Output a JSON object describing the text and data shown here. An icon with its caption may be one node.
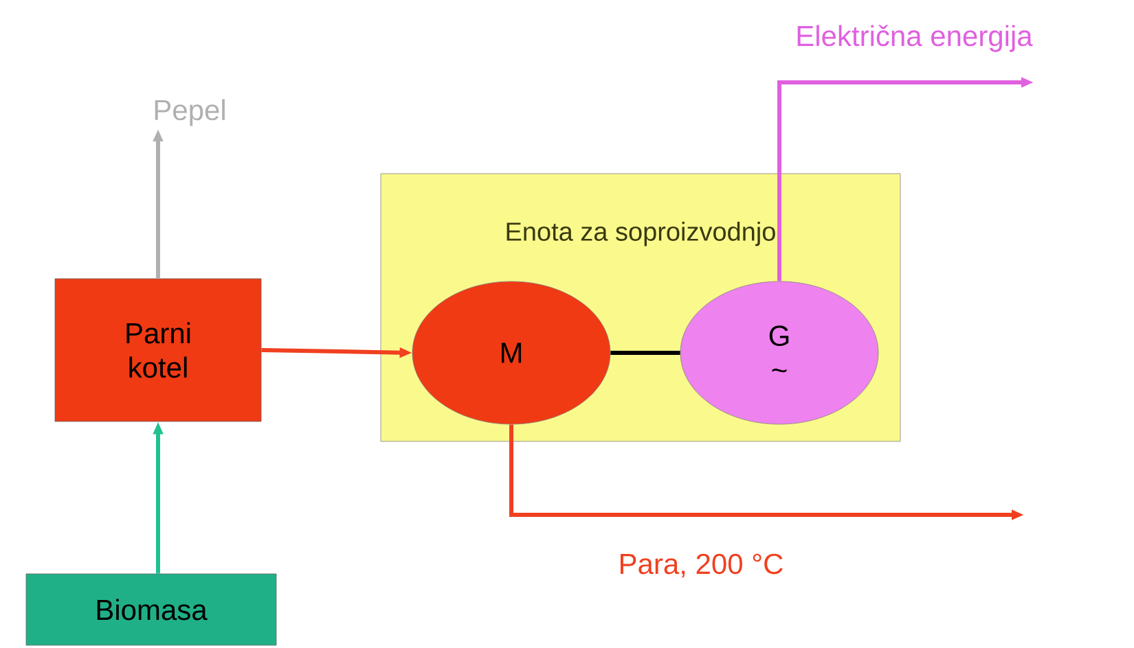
{
  "diagram": {
    "nodes": [
      {
        "text": [
          "Biomasa"
        ]
      },
      {
        "text": [
          "Parni kotel"
        ]
      },
      {
        "text": [
          "Pepel"
        ]
      },
      {
        "text": [
          "Enota za soproizvodnjo"
        ]
      },
      {
        "text": [
          "M"
        ],
        "in": 3
      },
      {
        "text": [
          "G ~"
        ],
        "in": 3
      }
    ],
    "edges": [
      {
        "from": 0,
        "to": 1,
        "arrow": "to",
        "color": "#20c090"
      },
      {
        "from": 1,
        "to": 2,
        "arrow": "to",
        "color": "#b0b0b0"
      },
      {
        "from": 1,
        "to": 4,
        "arrow": "to",
        "color": "#f04020"
      },
      {
        "from": 4,
        "to": 5,
        "arrow": "none",
        "color": "#000000"
      },
      {
        "from": 5,
        "to": null,
        "arrow": "to",
        "color": "#e060e0",
        "label": "Električna energija"
      },
      {
        "from": 4,
        "to": null,
        "arrow": "to",
        "color": "#f04020",
        "label": "Para, 200 °C"
      }
    ]
  }
}
